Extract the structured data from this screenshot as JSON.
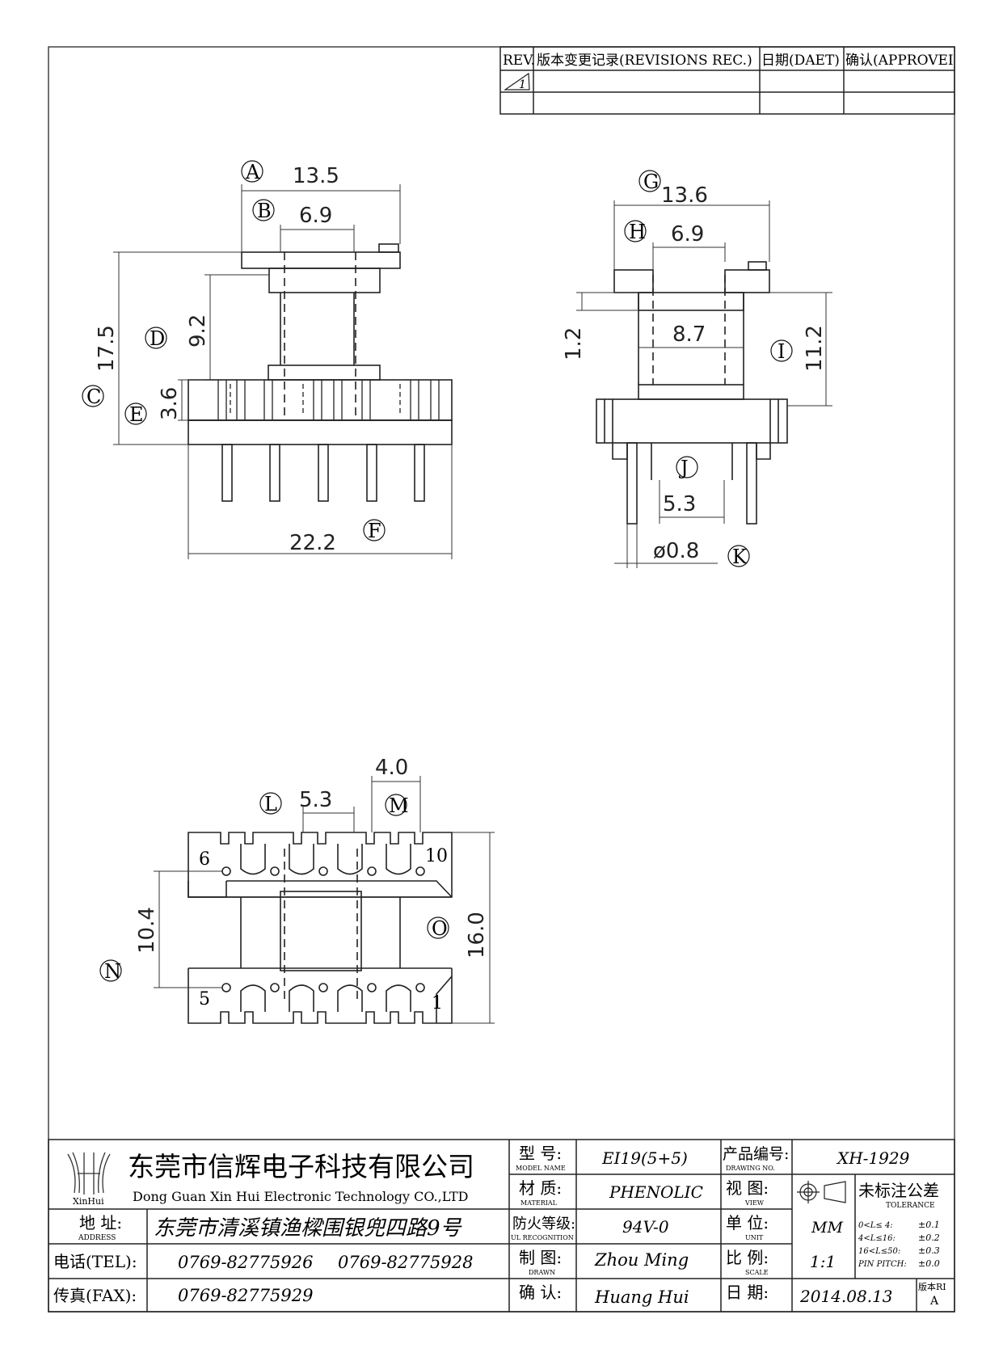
{
  "revision_table": {
    "headers": [
      "REV.",
      "版本变更记录(REVISIONS REC.)",
      "日期(DAET)",
      "确认(APPROVEI"
    ],
    "row1_rev": "1"
  },
  "views": {
    "front": {
      "labels": {
        "a": "A",
        "b": "B",
        "c": "C",
        "d": "D",
        "e": "E",
        "f": "F"
      },
      "dims": {
        "a": "13.5",
        "b": "6.9",
        "c": "17.5",
        "d": "9.2",
        "e": "3.6",
        "f": "22.2"
      }
    },
    "side": {
      "labels": {
        "g": "G",
        "h": "H",
        "i": "I",
        "j": "J",
        "k": "K"
      },
      "dims": {
        "g": "13.6",
        "h": "6.9",
        "gap": "1.2",
        "inner": "8.7",
        "i": "11.2",
        "j": "5.3",
        "k": "ø0.8"
      }
    },
    "bottom": {
      "labels": {
        "l": "L",
        "m": "M",
        "n": "N",
        "o": "O"
      },
      "dims": {
        "l": "5.3",
        "m": "4.0",
        "n": "10.4",
        "o": "16.0"
      },
      "pins": {
        "p6": "6",
        "p10": "10",
        "p5": "5",
        "p1": "1"
      }
    }
  },
  "title_block": {
    "logo_text": "XinHui",
    "company_cn": "东莞市信辉电子科技有限公司",
    "company_en": "Dong Guan Xin Hui Electronic Technology CO.,LTD",
    "address_label_cn": "地 址:",
    "address_label_en": "ADDRESS",
    "address": "东莞市清溪镇渔樑围银兜四路9号",
    "tel_label": "电话(TEL):",
    "tel1": "0769-82775926",
    "tel2": "0769-82775928",
    "fax_label": "传真(FAX):",
    "fax": "0769-82775929",
    "model_label_cn": "型 号:",
    "model_label_en": "MODEL NAME",
    "model": "EI19(5+5)",
    "material_label_cn": "材 质:",
    "material_label_en": "MATERIAL",
    "material": "PHENOLIC",
    "ul_label_cn": "防火等级:",
    "ul_label_en": "UL RECOGNITION",
    "ul": "94V-0",
    "drawn_label_cn": "制 图:",
    "drawn_label_en": "DRAWN",
    "drawn": "Zhou Ming",
    "confirm_label_cn": "确 认:",
    "confirm": "Huang Hui",
    "drawing_no_label_cn": "产品编号:",
    "drawing_no_label_en": "DRAWING NO.",
    "drawing_no": "XH-1929",
    "view_label_cn": "视 图:",
    "view_label_en": "VIEW",
    "unit_label_cn": "单 位:",
    "unit_label_en": "UNIT",
    "unit": "MM",
    "scale_label_cn": "比 例:",
    "scale_label_en": "SCALE",
    "scale": "1:1",
    "date_label_cn": "日 期:",
    "date": "2014.08.13",
    "tolerance_cn": "未标注公差",
    "tolerance_en": "TOLERANCE",
    "tol_r1": "0<L≤ 4:",
    "tol_v1": "±0.1",
    "tol_r2": "4<L≤16:",
    "tol_v2": "±0.2",
    "tol_r3": "16<L≤50:",
    "tol_v3": "±0.3",
    "tol_r4": "PIN PITCH:",
    "tol_v4": "±0.0",
    "version_label": "版本RI",
    "version": "A"
  }
}
